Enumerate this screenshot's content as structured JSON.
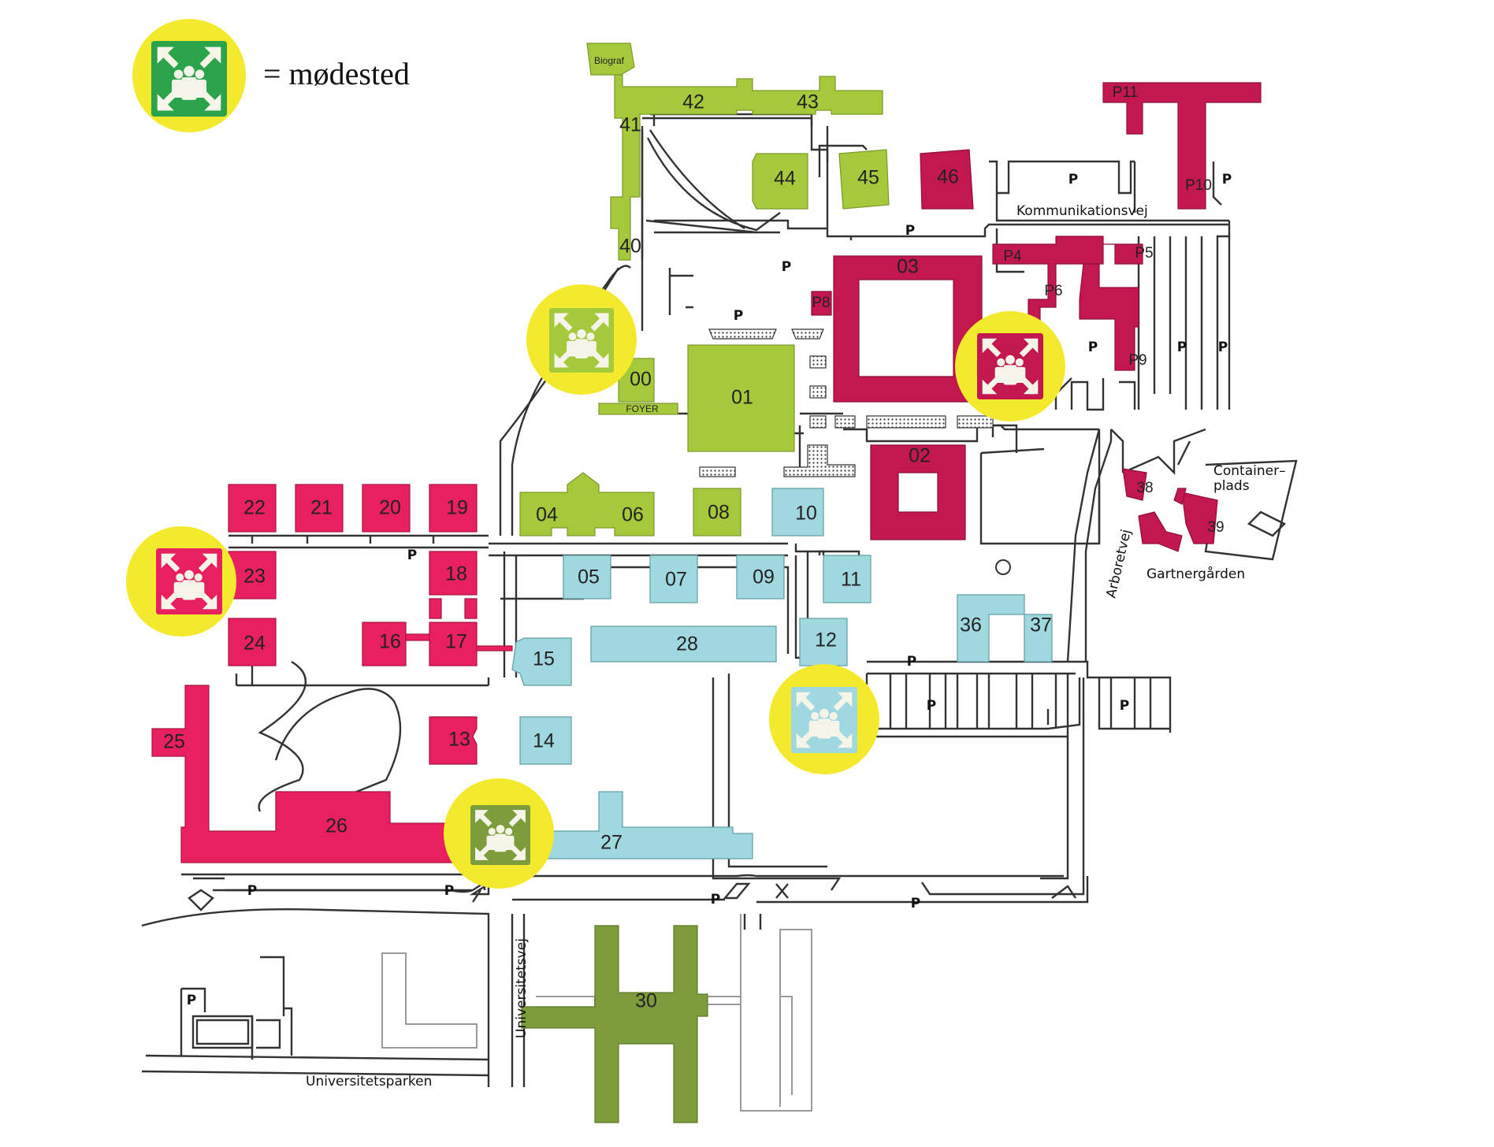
{
  "legend": {
    "text": "= mødested",
    "icon": "assembly-point-icon"
  },
  "buildings": {
    "b00": "00",
    "foyer": "FOYER",
    "b01": "01",
    "b02": "02",
    "b03": "03",
    "b04": "04",
    "b05": "05",
    "b06": "06",
    "b07": "07",
    "b08": "08",
    "b09": "09",
    "b10": "10",
    "b11": "11",
    "b12": "12",
    "b13": "13",
    "b14": "14",
    "b15": "15",
    "b16": "16",
    "b17": "17",
    "b18": "18",
    "b19": "19",
    "b20": "20",
    "b21": "21",
    "b22": "22",
    "b23": "23",
    "b24": "24",
    "b25": "25",
    "b26": "26",
    "b27": "27",
    "b28": "28",
    "b30": "30",
    "b36": "36",
    "b37": "37",
    "b38": "38",
    "b39": "39",
    "b40": "40",
    "b41": "41",
    "b42": "42",
    "b43": "43",
    "b44": "44",
    "b45": "45",
    "b46": "46",
    "biograf": "Biograf",
    "p4": "P4",
    "p5": "P5",
    "p6": "P6",
    "p8": "P8",
    "p9": "P9",
    "p10": "P10",
    "p11": "P11"
  },
  "parking_label": "P",
  "streets": {
    "kommunikationsvej": "Kommunikationsvej",
    "arboretvej": "Arboretvej",
    "universitetsvej": "Universitetsvej",
    "universitetsparken": "Universitetsparken",
    "container_1": "Container–",
    "container_2": "plads",
    "gartnergaarden": "Gartnergården"
  },
  "colors": {
    "building_green": "#a6c93c",
    "building_dark_green": "#7d9d3c",
    "building_pink": "#e8205f",
    "building_maroon": "#c2174f",
    "building_blue": "#9fd8de",
    "assembly_halo": "#f3e92d",
    "assembly_sign_green": "#2aa34a"
  }
}
